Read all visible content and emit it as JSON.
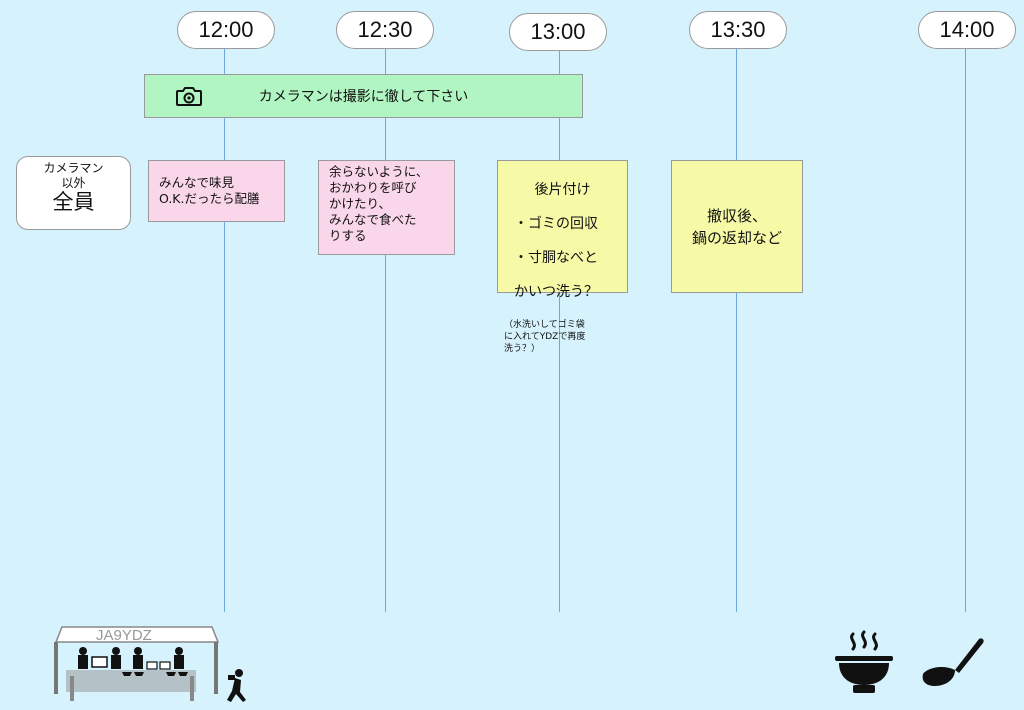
{
  "timeline": {
    "times": [
      "12:00",
      "12:30",
      "13:00",
      "13:30",
      "14:00"
    ]
  },
  "banner": {
    "icon": "camera-icon",
    "text": "カメラマンは撮影に徹して下さい"
  },
  "participants": {
    "line1": "カメラマン",
    "line2": "以外",
    "line3": "全員"
  },
  "notes": {
    "tasting": "みんなで味見\nO.K.だったら配膳",
    "serving": "余らないように、\nおかわりを呼び\nかけたり、\nみんなで食べた\nりする",
    "cleanup": {
      "title": "後片付け",
      "item1": "・ゴミの回収",
      "item2": "・寸胴なべと",
      "item3": "かいつ洗う？",
      "detail": "（水洗いしてゴミ袋\nに入れてYDZで再度\n洗う？）"
    },
    "teardown": "撤収後、\n鍋の返却など"
  },
  "illustrations": {
    "tent_label": "JA9YDZ",
    "bowl_icon": "bowl-icon",
    "ladle_icon": "ladle-icon",
    "photographer_icon": "photographer-icon"
  },
  "colors": {
    "background": "#d6f2fc",
    "banner": "#b0f5c2",
    "pink_note": "#f9d6ea",
    "yellow_note": "#f6f9a6",
    "timeline": "#6fa8d8"
  }
}
